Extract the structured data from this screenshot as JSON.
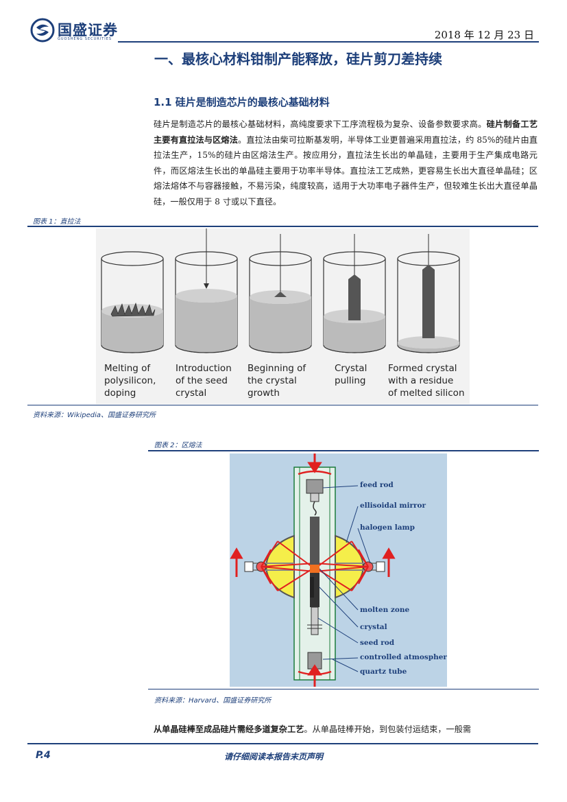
{
  "header": {
    "logo_name": "国盛证券",
    "logo_sub": "GUOSHENG SECURITIES",
    "date": "2018 年 12 月 23 日"
  },
  "section_title": "一、最核心材料钳制产能释放，硅片剪刀差持续",
  "subsection_title": "1.1 硅片是制造芯片的最核心基础材料",
  "paragraph": {
    "s1": "硅片是制造芯片的最核心基础材料，高纯度要求下工序流程极为复杂、设备参数要求高。",
    "s2_bold": "硅片制备工艺主要有直拉法与区熔法",
    "s3": "。直拉法由柴可拉斯基发明，半导体工业更普遍采用直拉法，约 85%的硅片由直拉法生产，15%的硅片由区熔法生产。按应用分，直拉法生长出的单晶硅，主要用于生产集成电路元件，而区熔法生长出的单晶硅主要用于功率半导体。直拉法工艺成熟，更容易生长出大直径单晶硅；区熔法熔体不与容器接触，不易污染，纯度较高，适用于大功率电子器件生产，但较难生长出大直径单晶硅，一般仅用于 8 寸或以下直径。"
  },
  "figure1": {
    "label": "图表 1：直拉法",
    "source": "资料来源：Wikipedia、国盛证券研究所",
    "captions": [
      [
        "Melting of",
        "polysilicon,",
        "doping"
      ],
      [
        "Introduction",
        "of the seed",
        "crystal"
      ],
      [
        "Beginning of",
        "the crystal",
        "growth"
      ],
      [
        "Crystal",
        "pulling",
        ""
      ],
      [
        "Formed crystal",
        "with a residue",
        "of melted silicon"
      ]
    ]
  },
  "figure2": {
    "label": "图表 2：区熔法",
    "source": "资料来源：Harvard、国盛证券研究所",
    "labels": [
      "feed rod",
      "ellisoidal mirror",
      "halogen lamp",
      "molten zone",
      "crystal",
      "seed rod",
      "controlled atmosphere",
      "quartz tube"
    ]
  },
  "last_paragraph": {
    "bold": "从单晶硅棒至成品硅片需经多道复杂工艺",
    "rest": "。从单晶硅棒开始，到包装付运结束，一般需"
  },
  "footer": {
    "page": "P.4",
    "disclaimer": "请仔细阅读本报告末页声明"
  },
  "colors": {
    "brand": "#1d3f7a",
    "melt": "#bbbbbb",
    "lamp": "#f5ee4a",
    "beam": "#e02020"
  }
}
